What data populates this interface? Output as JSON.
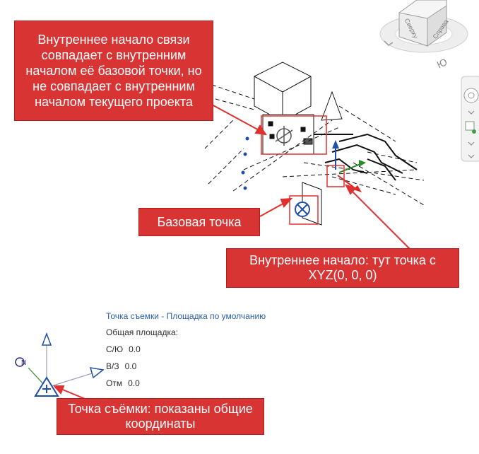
{
  "callouts": {
    "internal_origin_link": "Внутреннее начало связи совпадает с внутренним началом её базовой точки, но не совпадает с внутренним началом текущего проекта",
    "base_point": "Базовая точка",
    "internal_origin": "Внутреннее начало: тут точка с XYZ(0, 0, 0)",
    "survey_point": "Точка съёмки: показаны общие координаты"
  },
  "viewcube": {
    "face_top": "Сверху",
    "face_right": "Справа",
    "south_label": "Ю"
  },
  "survey_info": {
    "title": "Точка съемки - Площадка по умолчанию",
    "site_label": "Общая площадка:",
    "rows": [
      {
        "label": "С/Ю",
        "value": "0.0"
      },
      {
        "label": "В/З",
        "value": "0.0"
      },
      {
        "label": "Отм",
        "value": "0.0"
      }
    ]
  },
  "survey_icon": {
    "north_label": "N"
  },
  "colors": {
    "callout_bg": "#d83434",
    "accent_blue": "#2a5ea8",
    "model_line": "#111111"
  }
}
